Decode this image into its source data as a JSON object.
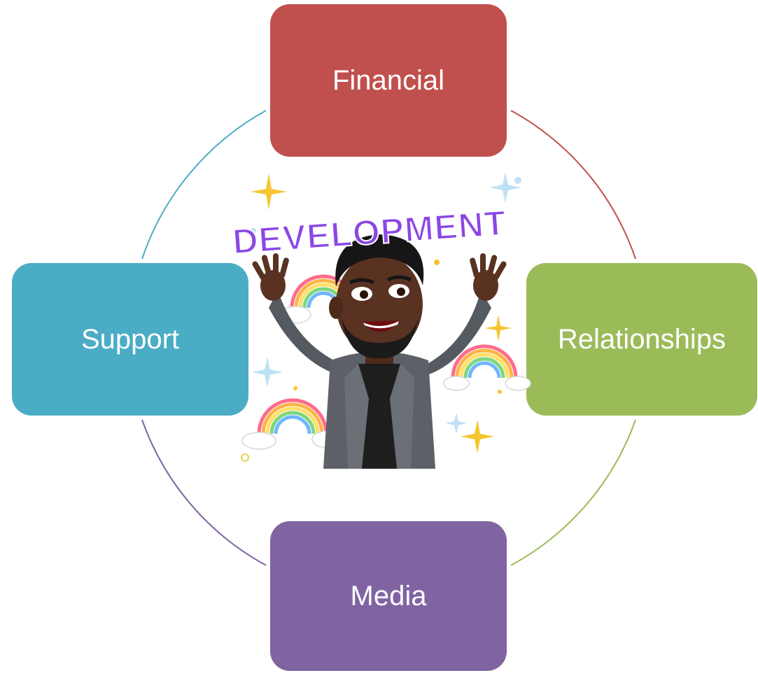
{
  "nodes": {
    "financial": {
      "label": "Financial",
      "color": "#c0504d"
    },
    "relationships": {
      "label": "Relationships",
      "color": "#9bbb59"
    },
    "media": {
      "label": "Media",
      "color": "#8064a2"
    },
    "support": {
      "label": "Support",
      "color": "#4bacc6"
    }
  },
  "center": {
    "title": "DEVELOPMENT",
    "title_color": "#8b47e6"
  }
}
